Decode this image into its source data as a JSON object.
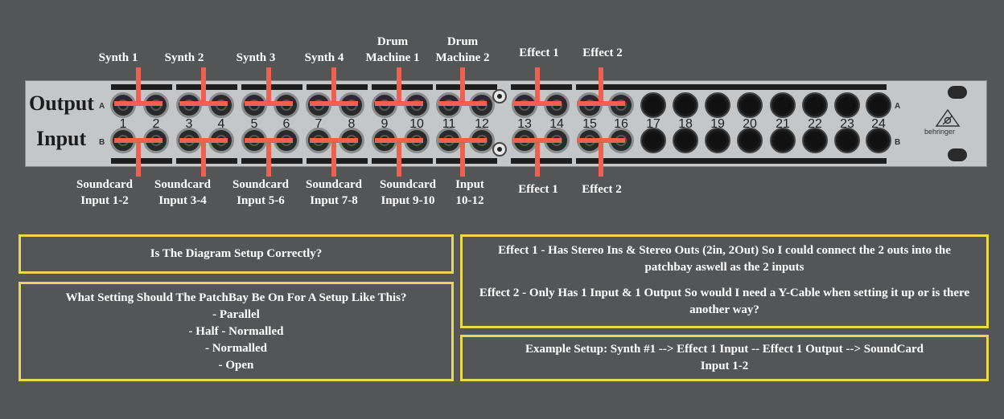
{
  "top_labels": [
    {
      "text": "Synth 1"
    },
    {
      "text": "Synth 2"
    },
    {
      "text": "Synth 3"
    },
    {
      "text": "Synth 4"
    },
    {
      "text": "Drum\nMachine 1"
    },
    {
      "text": "Drum\nMachine 2"
    },
    {
      "text": "Effect 1"
    },
    {
      "text": "Effect 2"
    }
  ],
  "bottom_labels": [
    {
      "text": "Soundcard\nInput 1-2"
    },
    {
      "text": "Soundcard\nInput 3-4"
    },
    {
      "text": "Soundcard\nInput 5-6"
    },
    {
      "text": "Soundcard\nInput 7-8"
    },
    {
      "text": "Soundcard\nInput 9-10"
    },
    {
      "text": "Input\n10-12"
    },
    {
      "text": "Effect 1"
    },
    {
      "text": "Effect 2"
    }
  ],
  "row_labels": {
    "output": "Output",
    "input": "Input"
  },
  "row_markers": {
    "a": "A",
    "b": "B"
  },
  "channels": [
    "1",
    "2",
    "3",
    "4",
    "5",
    "6",
    "7",
    "8",
    "9",
    "10",
    "11",
    "12",
    "13",
    "14",
    "15",
    "16",
    "17",
    "18",
    "19",
    "20",
    "21",
    "22",
    "23",
    "24"
  ],
  "brand": "behringer",
  "colors": {
    "background": "#545556",
    "panel": "#c5c6c7",
    "patch_lines": "#f0604f",
    "box_border": "#e9d652"
  },
  "boxes": {
    "q1": "Is The Diagram Setup Correctly?",
    "q2": {
      "title": "What Setting Should The PatchBay Be On For A Setup Like This?",
      "options": [
        "- Parallel",
        "- Half - Normalled",
        "- Normalled",
        "- Open"
      ]
    },
    "effects": {
      "e1": "Effect 1 - Has Stereo Ins & Stereo Outs (2in, 2Out) So I could connect the 2 outs into the patchbay aswell as the 2 inputs",
      "e2": "Effect 2 - Only Has 1 Input & 1 Output So would I need a Y-Cable when setting it up or is there another way?"
    },
    "example": "Example Setup: Synth #1 --> Effect 1 Input -- Effect 1 Output --> SoundCard Input 1-2"
  }
}
